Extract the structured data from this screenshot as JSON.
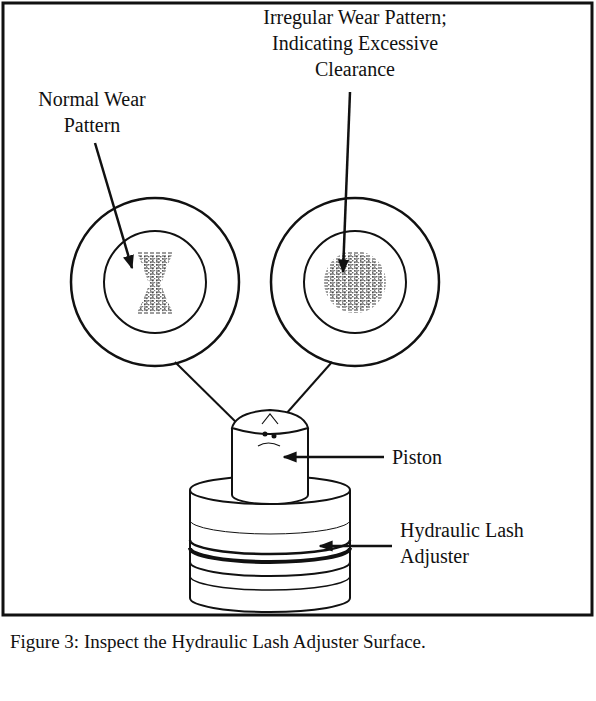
{
  "diagram": {
    "caption": "Figure 3: Inspect the Hydraulic Lash Adjuster Surface.",
    "labels": [
      "Normal Wear Pattern",
      "Irregular Wear Pattern; Indicating Excessive Clearance",
      "Piston",
      "Hydraulic Lash Adjuster"
    ]
  }
}
